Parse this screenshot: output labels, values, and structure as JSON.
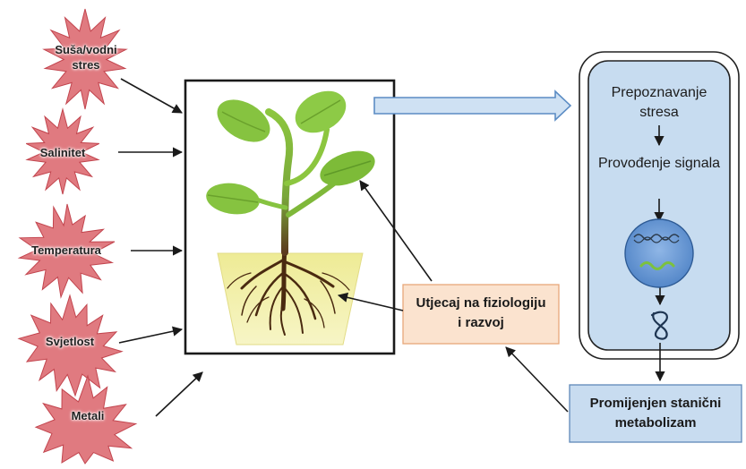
{
  "stressors": {
    "drought": "Suša/vodni stres",
    "salinity": "Salinitet",
    "temperature": "Temperatura",
    "light": "Svjetlost",
    "metals": "Metali"
  },
  "cell": {
    "step1": "Prepoznavanje stresa",
    "step2": "Provođenje signala"
  },
  "effect_box": "Utjecaj na fiziologiju i razvoj",
  "metabolism_box": "Promijenjen stanični metabolizam",
  "icons": [
    "dna-strand-icon",
    "mrna-strand-icon",
    "protein-fold-icon"
  ],
  "colors": {
    "star_fill": "#e07a80",
    "cell_fill": "#c7dcf0",
    "effect_fill": "#fbe3cf",
    "metabolism_fill": "#c8dcf0",
    "nucleus_fill": "#5f93d3",
    "leaf_green": "#86c340",
    "pot_fill": "#f2f0a4"
  }
}
